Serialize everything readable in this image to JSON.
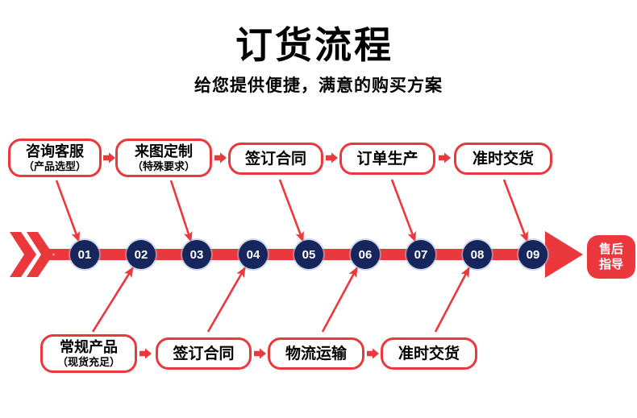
{
  "header": {
    "title": "订货流程",
    "subtitle": "给您提供便捷，满意的购买方案"
  },
  "colors": {
    "red": "#ea383c",
    "navy": "#16265c",
    "text": "#000000"
  },
  "top_row": [
    {
      "label": "咨询客服",
      "sublabel": "（产品选型）"
    },
    {
      "label": "来图定制",
      "sublabel": "（特殊要求）"
    },
    {
      "label": "签订合同"
    },
    {
      "label": "订单生产"
    },
    {
      "label": "准时交货"
    }
  ],
  "bottom_row": [
    {
      "label": "常规产品",
      "sublabel": "（现货充足）"
    },
    {
      "label": "签订合同"
    },
    {
      "label": "物流运输"
    },
    {
      "label": "准时交货"
    }
  ],
  "timeline": {
    "steps": [
      "01",
      "02",
      "03",
      "04",
      "05",
      "06",
      "07",
      "08",
      "09"
    ],
    "end_badge": {
      "line1": "售后",
      "line2": "指导"
    }
  }
}
